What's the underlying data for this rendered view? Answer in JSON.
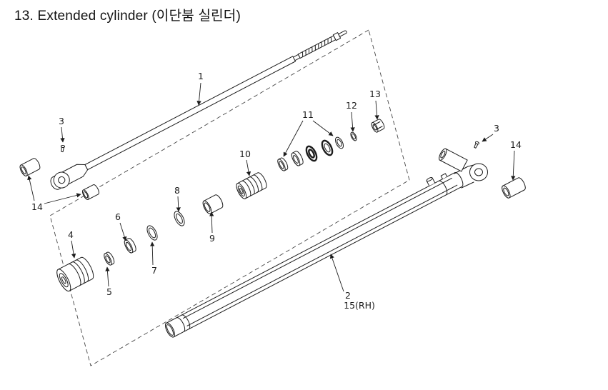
{
  "title": "13. Extended cylinder (이단붐 실린더)",
  "callouts": {
    "c1": "1",
    "c2": "2",
    "c3_left": "3",
    "c3_right": "3",
    "c4": "4",
    "c5": "5",
    "c6": "6",
    "c7": "7",
    "c8": "8",
    "c9": "9",
    "c10": "10",
    "c11": "11",
    "c12": "12",
    "c13": "13",
    "c14_left": "14",
    "c14_right": "14",
    "c15_rh": "15(RH)"
  },
  "colors": {
    "line": "#1c1c1c",
    "background": "#ffffff"
  }
}
